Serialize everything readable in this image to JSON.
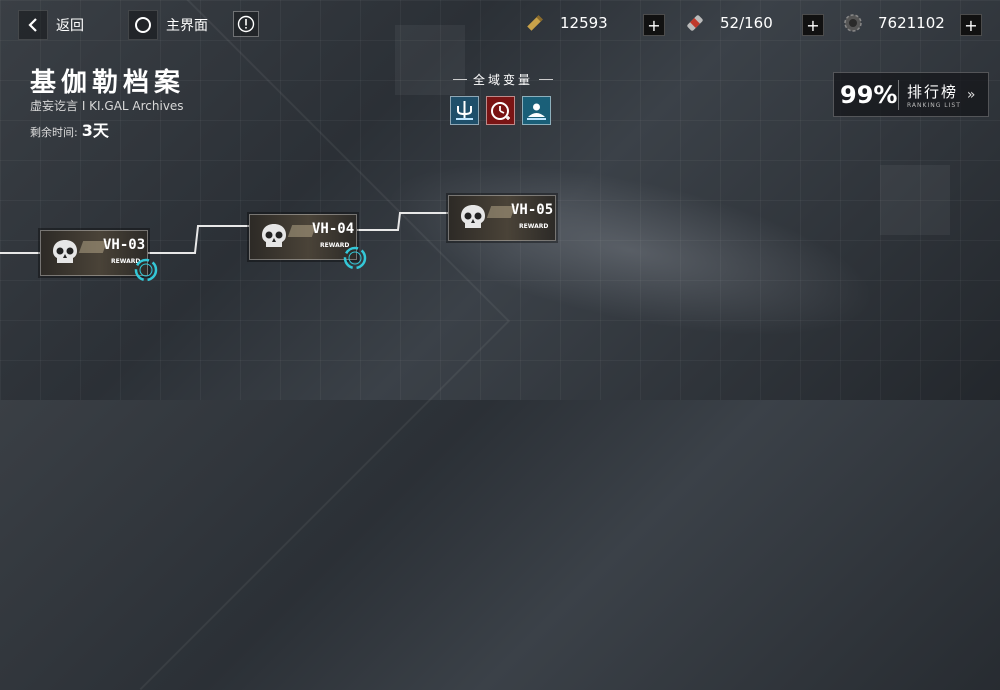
{
  "nav": {
    "back_label": "返回",
    "home_label": "主界面"
  },
  "resources": [
    {
      "icon": "ammo-icon",
      "value": "12593"
    },
    {
      "icon": "battery-icon",
      "value": "52/160"
    },
    {
      "icon": "gear-part-icon",
      "value": "7621102"
    }
  ],
  "header": {
    "title": "基伽勒档案",
    "subtitle": "虚妄讫言 I KI.GAL Archives",
    "remain_label": "剩余时间:",
    "remain_value": "3天"
  },
  "modifiers": {
    "label": "全域变量",
    "icons": [
      "trident-icon",
      "timer-skull-icon",
      "flame-burst-icon"
    ]
  },
  "ranking": {
    "percent": "99%",
    "label": "排行榜",
    "sublabel": "RANKING LIST"
  },
  "stages": [
    {
      "code": "VH-03",
      "reward": "REWARD"
    },
    {
      "code": "VH-04",
      "reward": "REWARD"
    },
    {
      "code": "VH-05",
      "reward": "REWARD"
    }
  ],
  "colors": {
    "accent_cyan": "#34c8d8",
    "path_line": "#e8e8e8"
  }
}
